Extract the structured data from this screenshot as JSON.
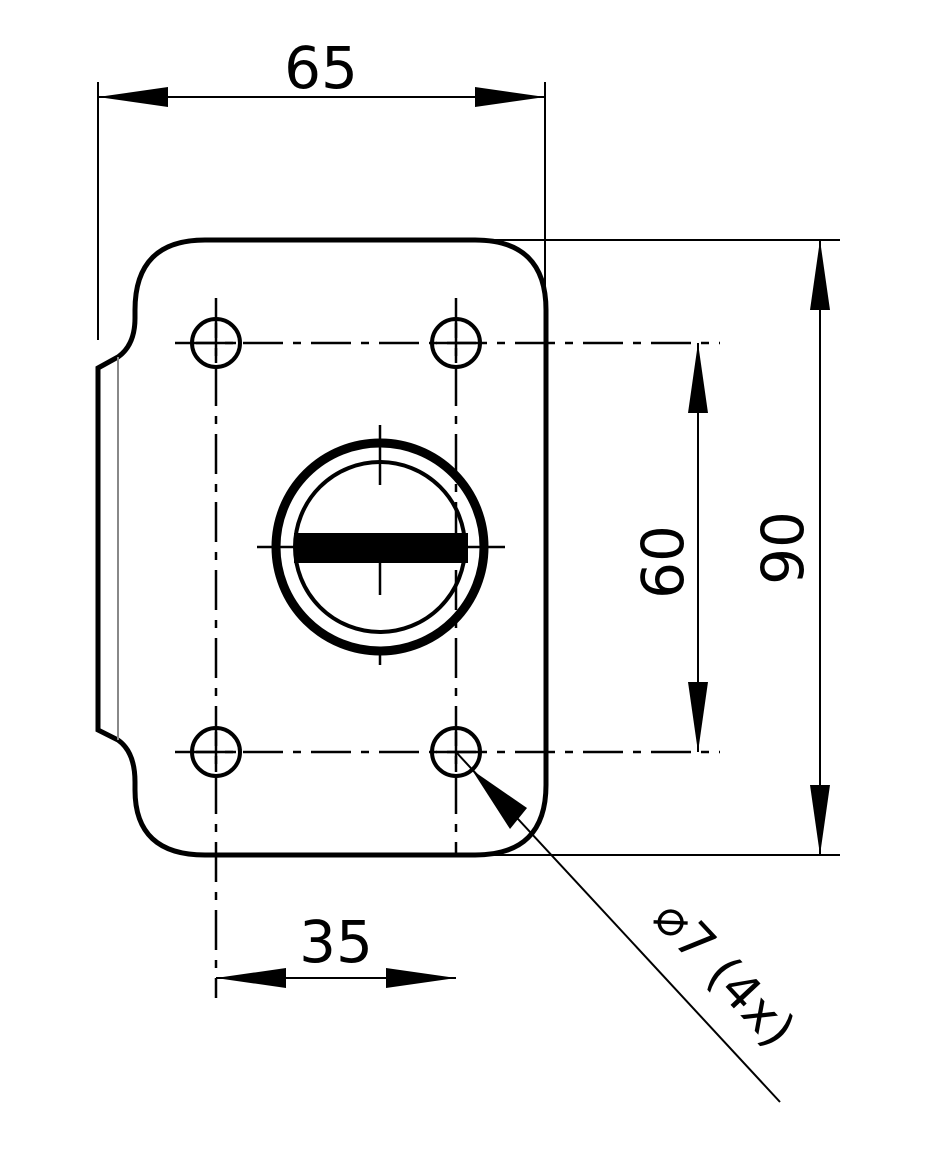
{
  "drawing": {
    "title": "Rosette plate with 4 mounting holes",
    "dimensions": {
      "width_overall": "65",
      "height_overall": "90",
      "hole_spacing_vertical": "60",
      "hole_spacing_horizontal": "35",
      "hole_note": "⌀7 (4x)"
    },
    "line_color": "#000000"
  }
}
